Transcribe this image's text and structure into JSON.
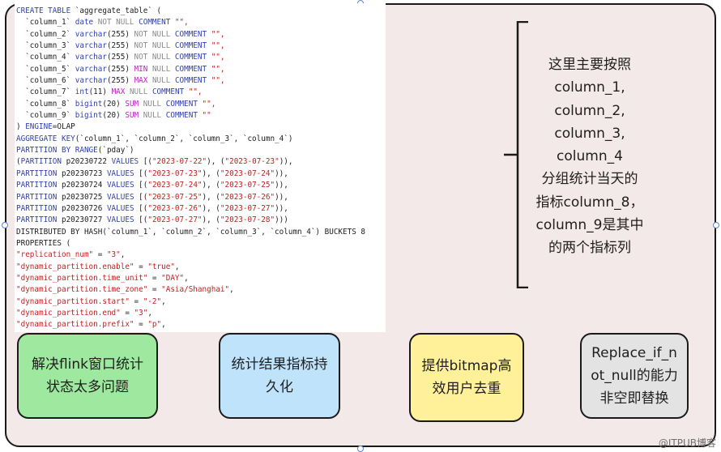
{
  "code_lines": [
    [
      {
        "t": "CREATE TABLE",
        "c": "kw"
      },
      {
        "t": " `aggregate_table` (",
        "c": "blk"
      }
    ],
    [
      {
        "t": "  `column_1` ",
        "c": "blk"
      },
      {
        "t": "date",
        "c": "kw"
      },
      {
        "t": " NOT NULL ",
        "c": "gry"
      },
      {
        "t": "COMMENT",
        "c": "kw"
      },
      {
        "t": " \"\",",
        "c": "str"
      }
    ],
    [
      {
        "t": "  `column_2` ",
        "c": "blk"
      },
      {
        "t": "varchar",
        "c": "kw"
      },
      {
        "t": "(255) ",
        "c": "blk"
      },
      {
        "t": "NOT NULL ",
        "c": "gry"
      },
      {
        "t": "COMMENT",
        "c": "kw"
      },
      {
        "t": " \"\",",
        "c": "str"
      }
    ],
    [
      {
        "t": "  `column_3` ",
        "c": "blk"
      },
      {
        "t": "varchar",
        "c": "kw"
      },
      {
        "t": "(255) ",
        "c": "blk"
      },
      {
        "t": "NOT NULL ",
        "c": "gry"
      },
      {
        "t": "COMMENT",
        "c": "kw"
      },
      {
        "t": " \"\",",
        "c": "str"
      }
    ],
    [
      {
        "t": "  `column_4` ",
        "c": "blk"
      },
      {
        "t": "varchar",
        "c": "kw"
      },
      {
        "t": "(255) ",
        "c": "blk"
      },
      {
        "t": "NOT NULL ",
        "c": "gry"
      },
      {
        "t": "COMMENT",
        "c": "kw"
      },
      {
        "t": " \"\",",
        "c": "str"
      }
    ],
    [
      {
        "t": "  `column_5` ",
        "c": "blk"
      },
      {
        "t": "varchar",
        "c": "kw"
      },
      {
        "t": "(255) ",
        "c": "blk"
      },
      {
        "t": "MIN",
        "c": "mag"
      },
      {
        "t": " NULL ",
        "c": "gry"
      },
      {
        "t": "COMMENT",
        "c": "kw"
      },
      {
        "t": " \"\",",
        "c": "str"
      }
    ],
    [
      {
        "t": "  `column_6` ",
        "c": "blk"
      },
      {
        "t": "varchar",
        "c": "kw"
      },
      {
        "t": "(255) ",
        "c": "blk"
      },
      {
        "t": "MAX",
        "c": "mag"
      },
      {
        "t": " NULL ",
        "c": "gry"
      },
      {
        "t": "COMMENT",
        "c": "kw"
      },
      {
        "t": " \"\",",
        "c": "str"
      }
    ],
    [
      {
        "t": "  `column_7` ",
        "c": "blk"
      },
      {
        "t": "int",
        "c": "kw"
      },
      {
        "t": "(11) ",
        "c": "blk"
      },
      {
        "t": "MAX",
        "c": "mag"
      },
      {
        "t": " NULL ",
        "c": "gry"
      },
      {
        "t": "COMMENT",
        "c": "kw"
      },
      {
        "t": " \"\",",
        "c": "str"
      }
    ],
    [
      {
        "t": "  `column_8` ",
        "c": "blk"
      },
      {
        "t": "bigint",
        "c": "kw"
      },
      {
        "t": "(20) ",
        "c": "blk"
      },
      {
        "t": "SUM",
        "c": "mag"
      },
      {
        "t": " NULL ",
        "c": "gry"
      },
      {
        "t": "COMMENT",
        "c": "kw"
      },
      {
        "t": " \"\",",
        "c": "str"
      }
    ],
    [
      {
        "t": "  `column_9` ",
        "c": "blk"
      },
      {
        "t": "bigint",
        "c": "kw"
      },
      {
        "t": "(20) ",
        "c": "blk"
      },
      {
        "t": "SUM",
        "c": "mag"
      },
      {
        "t": " NULL ",
        "c": "gry"
      },
      {
        "t": "COMMENT",
        "c": "kw"
      },
      {
        "t": " \"\"",
        "c": "str"
      }
    ],
    [
      {
        "t": ") ",
        "c": "blk"
      },
      {
        "t": "ENGINE",
        "c": "kw"
      },
      {
        "t": "=OLAP",
        "c": "blk"
      }
    ],
    [
      {
        "t": "AGGREGATE KEY",
        "c": "kw"
      },
      {
        "t": "(`column_1`, `column_2`, `column_3`, `column_4`)",
        "c": "blk"
      }
    ],
    [
      {
        "t": "PARTITION BY RANGE",
        "c": "kw"
      },
      {
        "t": "(`pday`)",
        "c": "blk"
      }
    ],
    [
      {
        "t": "(",
        "c": "blk"
      },
      {
        "t": "PARTITION",
        "c": "kw"
      },
      {
        "t": " p20230722 ",
        "c": "blk"
      },
      {
        "t": "VALUES",
        "c": "kw"
      },
      {
        "t": " [(",
        "c": "blk"
      },
      {
        "t": "\"2023-07-22\"",
        "c": "str"
      },
      {
        "t": "), (",
        "c": "blk"
      },
      {
        "t": "\"2023-07-23\"",
        "c": "str"
      },
      {
        "t": ")),",
        "c": "blk"
      }
    ],
    [
      {
        "t": "PARTITION",
        "c": "kw"
      },
      {
        "t": " p20230723 ",
        "c": "blk"
      },
      {
        "t": "VALUES",
        "c": "kw"
      },
      {
        "t": " [(",
        "c": "blk"
      },
      {
        "t": "\"2023-07-23\"",
        "c": "str"
      },
      {
        "t": "), (",
        "c": "blk"
      },
      {
        "t": "\"2023-07-24\"",
        "c": "str"
      },
      {
        "t": ")),",
        "c": "blk"
      }
    ],
    [
      {
        "t": "PARTITION",
        "c": "kw"
      },
      {
        "t": " p20230724 ",
        "c": "blk"
      },
      {
        "t": "VALUES",
        "c": "kw"
      },
      {
        "t": " [(",
        "c": "blk"
      },
      {
        "t": "\"2023-07-24\"",
        "c": "str"
      },
      {
        "t": "), (",
        "c": "blk"
      },
      {
        "t": "\"2023-07-25\"",
        "c": "str"
      },
      {
        "t": ")),",
        "c": "blk"
      }
    ],
    [
      {
        "t": "PARTITION",
        "c": "kw"
      },
      {
        "t": " p20230725 ",
        "c": "blk"
      },
      {
        "t": "VALUES",
        "c": "kw"
      },
      {
        "t": " [(",
        "c": "blk"
      },
      {
        "t": "\"2023-07-25\"",
        "c": "str"
      },
      {
        "t": "), (",
        "c": "blk"
      },
      {
        "t": "\"2023-07-26\"",
        "c": "str"
      },
      {
        "t": ")),",
        "c": "blk"
      }
    ],
    [
      {
        "t": "PARTITION",
        "c": "kw"
      },
      {
        "t": " p20230726 ",
        "c": "blk"
      },
      {
        "t": "VALUES",
        "c": "kw"
      },
      {
        "t": " [(",
        "c": "blk"
      },
      {
        "t": "\"2023-07-26\"",
        "c": "str"
      },
      {
        "t": "), (",
        "c": "blk"
      },
      {
        "t": "\"2023-07-27\"",
        "c": "str"
      },
      {
        "t": ")),",
        "c": "blk"
      }
    ],
    [
      {
        "t": "PARTITION",
        "c": "kw"
      },
      {
        "t": " p20230727 ",
        "c": "blk"
      },
      {
        "t": "VALUES",
        "c": "kw"
      },
      {
        "t": " [(",
        "c": "blk"
      },
      {
        "t": "\"2023-07-27\"",
        "c": "str"
      },
      {
        "t": "), (",
        "c": "blk"
      },
      {
        "t": "\"2023-07-28\"",
        "c": "str"
      },
      {
        "t": ")))",
        "c": "blk"
      }
    ],
    [
      {
        "t": "DISTRIBUTED BY HASH",
        "c": "blk"
      },
      {
        "t": "(`column_1`, `column_2`, `column_3`, `column_4`) BUCKETS 8",
        "c": "blk"
      }
    ],
    [
      {
        "t": "PROPERTIES (",
        "c": "blk"
      }
    ],
    [
      {
        "t": "\"replication_num\"",
        "c": "str"
      },
      {
        "t": " = ",
        "c": "blk"
      },
      {
        "t": "\"3\"",
        "c": "str"
      },
      {
        "t": ",",
        "c": "blk"
      }
    ],
    [
      {
        "t": "\"dynamic_partition.enable\"",
        "c": "str"
      },
      {
        "t": " = ",
        "c": "blk"
      },
      {
        "t": "\"true\"",
        "c": "str"
      },
      {
        "t": ",",
        "c": "blk"
      }
    ],
    [
      {
        "t": "\"dynamic_partition.time_unit\"",
        "c": "str"
      },
      {
        "t": " = ",
        "c": "blk"
      },
      {
        "t": "\"DAY\"",
        "c": "str"
      },
      {
        "t": ",",
        "c": "blk"
      }
    ],
    [
      {
        "t": "\"dynamic_partition.time_zone\"",
        "c": "str"
      },
      {
        "t": " = ",
        "c": "blk"
      },
      {
        "t": "\"Asia/Shanghai\"",
        "c": "str"
      },
      {
        "t": ",",
        "c": "blk"
      }
    ],
    [
      {
        "t": "\"dynamic_partition.start\"",
        "c": "str"
      },
      {
        "t": " = ",
        "c": "blk"
      },
      {
        "t": "\"-2\"",
        "c": "str"
      },
      {
        "t": ",",
        "c": "blk"
      }
    ],
    [
      {
        "t": "\"dynamic_partition.end\"",
        "c": "str"
      },
      {
        "t": " = ",
        "c": "blk"
      },
      {
        "t": "\"3\"",
        "c": "str"
      },
      {
        "t": ",",
        "c": "blk"
      }
    ],
    [
      {
        "t": "\"dynamic_partition.prefix\"",
        "c": "str"
      },
      {
        "t": " = ",
        "c": "blk"
      },
      {
        "t": "\"p\"",
        "c": "str"
      },
      {
        "t": ",",
        "c": "blk"
      }
    ]
  ],
  "note": {
    "lines": [
      "这里主要按照",
      "column_1,",
      "column_2,",
      "column_3,",
      "column_4",
      "分组统计当天的",
      "指标column_8，",
      "column_9是其中",
      "的两个指标列"
    ]
  },
  "boxes": {
    "green": [
      "解决flink窗口统计",
      "状态太多问题"
    ],
    "blue": [
      "统计结果指标持",
      "久化"
    ],
    "yellow": [
      "提供bitmap高",
      "效用户去重"
    ],
    "gray": [
      "Replace_if_n",
      "ot_null的能力",
      "非空即替换"
    ]
  },
  "watermark": "@ITPUB博客",
  "colors": {
    "frame_fill": "#f4e9e9",
    "green": "#9fe89f",
    "blue": "#bfe3fb",
    "yellow": "#fff19a",
    "gray": "#e3e3e3",
    "keyword": "#2f3fb0",
    "string": "#c02020",
    "aggregate": "#c020c0"
  }
}
